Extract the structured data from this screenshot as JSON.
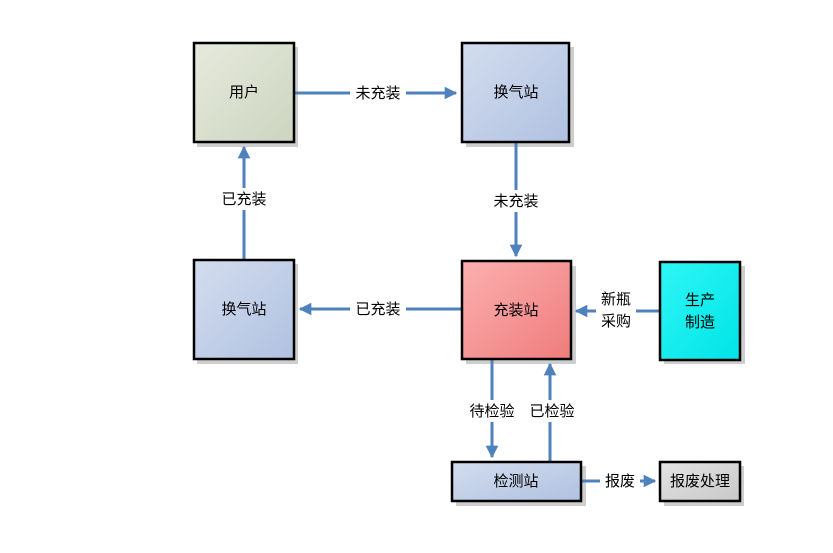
{
  "nodes": {
    "user": {
      "label": "用户",
      "fill": "#dde2d2"
    },
    "swap_top": {
      "label": "换气站",
      "fill": "#c3d0e8"
    },
    "swap_left": {
      "label": "换气站",
      "fill": "#c3d0e8"
    },
    "filling": {
      "label": "充装站",
      "fill": "#f59090"
    },
    "production_line1": "生产",
    "production_line2": "制造",
    "production_fill": "#19f2f2",
    "inspection": {
      "label": "检测站",
      "fill": "#c3d0e8"
    },
    "scrap": {
      "label": "报废处理",
      "fill": "#d9d9d9"
    }
  },
  "edges": {
    "user_to_swap": "未充装",
    "swap_to_filling": "未充装",
    "filling_to_swap": "已充装",
    "swap_to_user": "已充装",
    "production_to_filling_line1": "新瓶",
    "production_to_filling_line2": "采购",
    "filling_to_inspection": "待检验",
    "inspection_to_filling": "已检验",
    "inspection_to_scrap": "报废"
  },
  "colors": {
    "arrow": "#4f81bd",
    "border": "#000000",
    "shadow": "#a6a6a6"
  }
}
